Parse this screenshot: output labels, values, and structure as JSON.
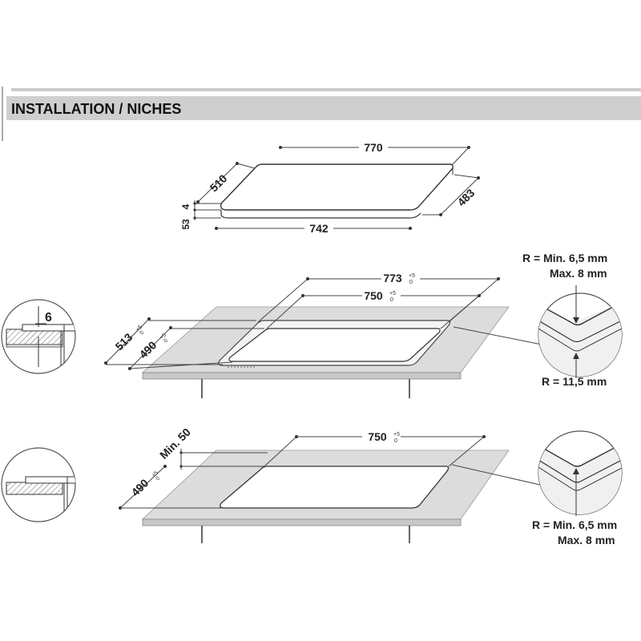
{
  "header": {
    "title": "INSTALLATION / NICHES"
  },
  "top_view": {
    "dim_width": "770",
    "dim_depth": "510",
    "dim_right_depth": "483",
    "dim_bottom_width": "742",
    "dim_thickness_glass": "4",
    "dim_height": "53"
  },
  "niche_a": {
    "dim_outer_width": "773",
    "dim_outer_tol_top": "+5",
    "dim_outer_tol_bottom": "0",
    "dim_inner_width": "750",
    "dim_inner_tol_top": "+5",
    "dim_inner_tol_bottom": "0",
    "dim_outer_depth": "513",
    "dim_outer_depth_tol_top": "+5",
    "dim_outer_depth_tol_bottom": "0",
    "dim_inner_depth": "490",
    "dim_inner_depth_tol_top": "+5",
    "dim_inner_depth_tol_bottom": "0",
    "detail_step": "6",
    "radius_min": "R = Min. 6,5 mm",
    "radius_max": "Max. 8 mm",
    "radius_corner": "R = 11,5 mm"
  },
  "niche_b": {
    "dim_min_margin": "Min. 50",
    "dim_width": "750",
    "dim_width_tol_top": "+5",
    "dim_width_tol_bottom": "0",
    "dim_depth": "490",
    "dim_depth_tol_top": "+5",
    "dim_depth_tol_bottom": "0",
    "radius_min": "R = Min. 6,5 mm",
    "radius_max": "Max. 8 mm"
  }
}
